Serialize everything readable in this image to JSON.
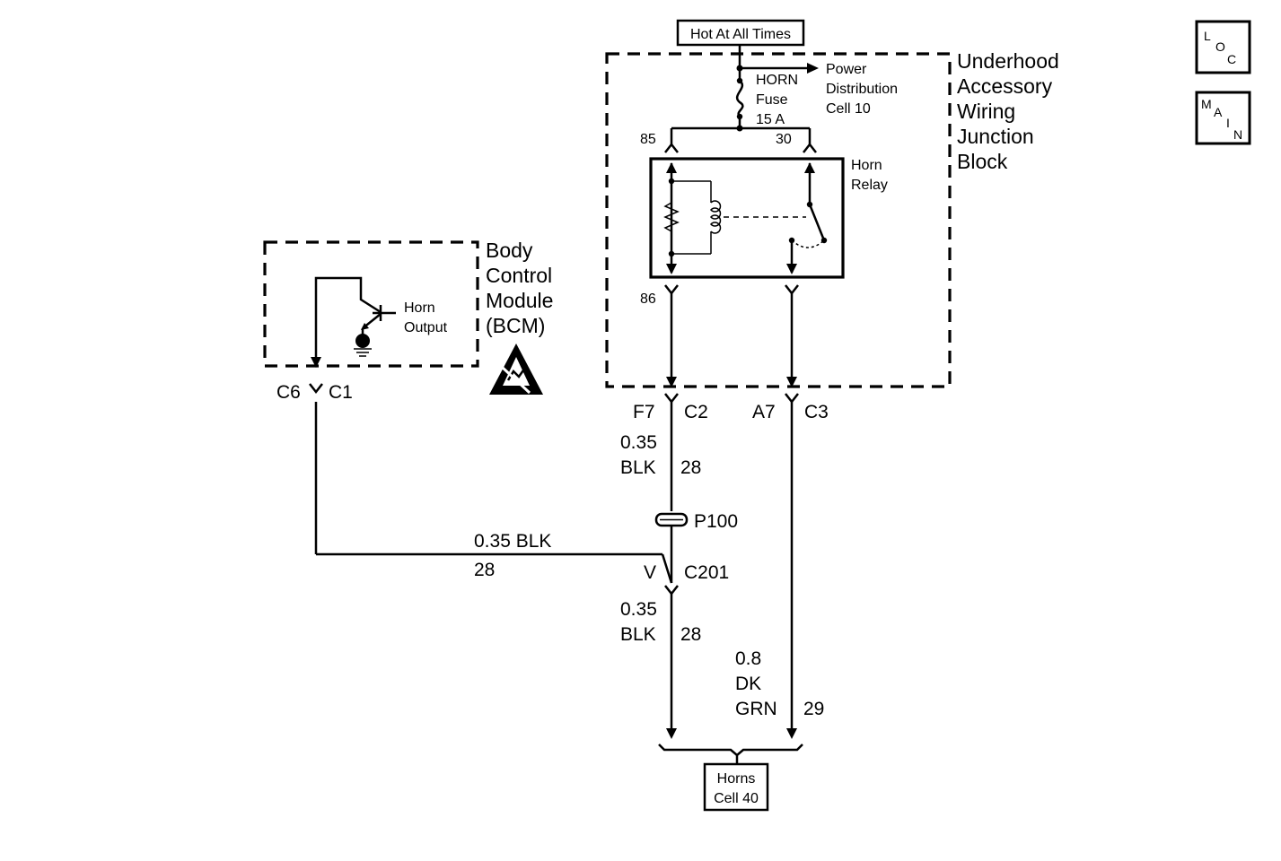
{
  "power": {
    "hot_label": "Hot At All Times"
  },
  "junction_block": {
    "name_lines": [
      "Underhood",
      "Accessory",
      "Wiring",
      "Junction",
      "Block"
    ],
    "fuse_name": "HORN",
    "fuse_label": "Fuse",
    "fuse_rating": "15 A",
    "power_dist_lines": [
      "Power",
      "Distribution",
      "Cell 10"
    ],
    "relay_label_lines": [
      "Horn",
      "Relay"
    ],
    "pin_85": "85",
    "pin_30": "30",
    "pin_86": "86"
  },
  "bcm": {
    "name_lines": [
      "Body",
      "Control",
      "Module",
      "(BCM)"
    ],
    "output_label_lines": [
      "Horn",
      "Output"
    ],
    "connector_left": "C6",
    "connector_right": "C1"
  },
  "connectors": {
    "f7": "F7",
    "c2": "C2",
    "a7": "A7",
    "c3": "C3",
    "splice": "P100",
    "c201_pin": "V",
    "c201": "C201"
  },
  "wires": {
    "upper_blk": {
      "gauge": "0.35",
      "color": "BLK",
      "circuit": "28"
    },
    "bcm_blk": {
      "label": "0.35 BLK",
      "circuit": "28"
    },
    "lower_blk": {
      "gauge": "0.35",
      "color": "BLK",
      "circuit": "28"
    },
    "grn": {
      "gauge": "0.8",
      "color1": "DK",
      "color2": "GRN",
      "circuit": "29"
    }
  },
  "horns": {
    "lines": [
      "Horns",
      "Cell 40"
    ]
  },
  "nav": {
    "loc": {
      "l": "L",
      "o": "O",
      "c": "C"
    },
    "main": {
      "m": "M",
      "a": "A",
      "i": "I",
      "n": "N"
    }
  }
}
